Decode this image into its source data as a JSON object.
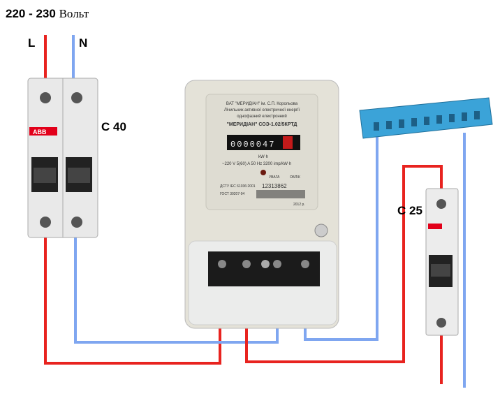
{
  "title": {
    "voltage": "220 - 230",
    "unit": "Вольт"
  },
  "labels": {
    "line": "L",
    "neutral": "N",
    "main_breaker": "C 40",
    "branch_breaker": "C 25"
  },
  "meter": {
    "maker": "ВАТ \"МЕРИДІАН\" ім. С.П. Корольова",
    "desc1": "Лічильник активної електричної енергії",
    "desc2": "однофазний електронний",
    "model": "\"МЕРИДІАН\" СОЭ-1.02/5КРТД",
    "reading": "0000047",
    "unit": "kW·h",
    "specs": "~220 V  5(60) A  50 Hz   3200 imp/kW·h",
    "warn": "УВАГА",
    "count": "ОБЛІК",
    "standard1": "ДСТУ IEC 61036:2001",
    "standard2": "ГОСТ 30207-94",
    "serial": "12313862",
    "year": "2012 р.",
    "breaker_brand": "ABB"
  },
  "colors": {
    "live": "#e8231f",
    "neutral": "#7fa6f0",
    "bus": "#3ba3d8"
  }
}
